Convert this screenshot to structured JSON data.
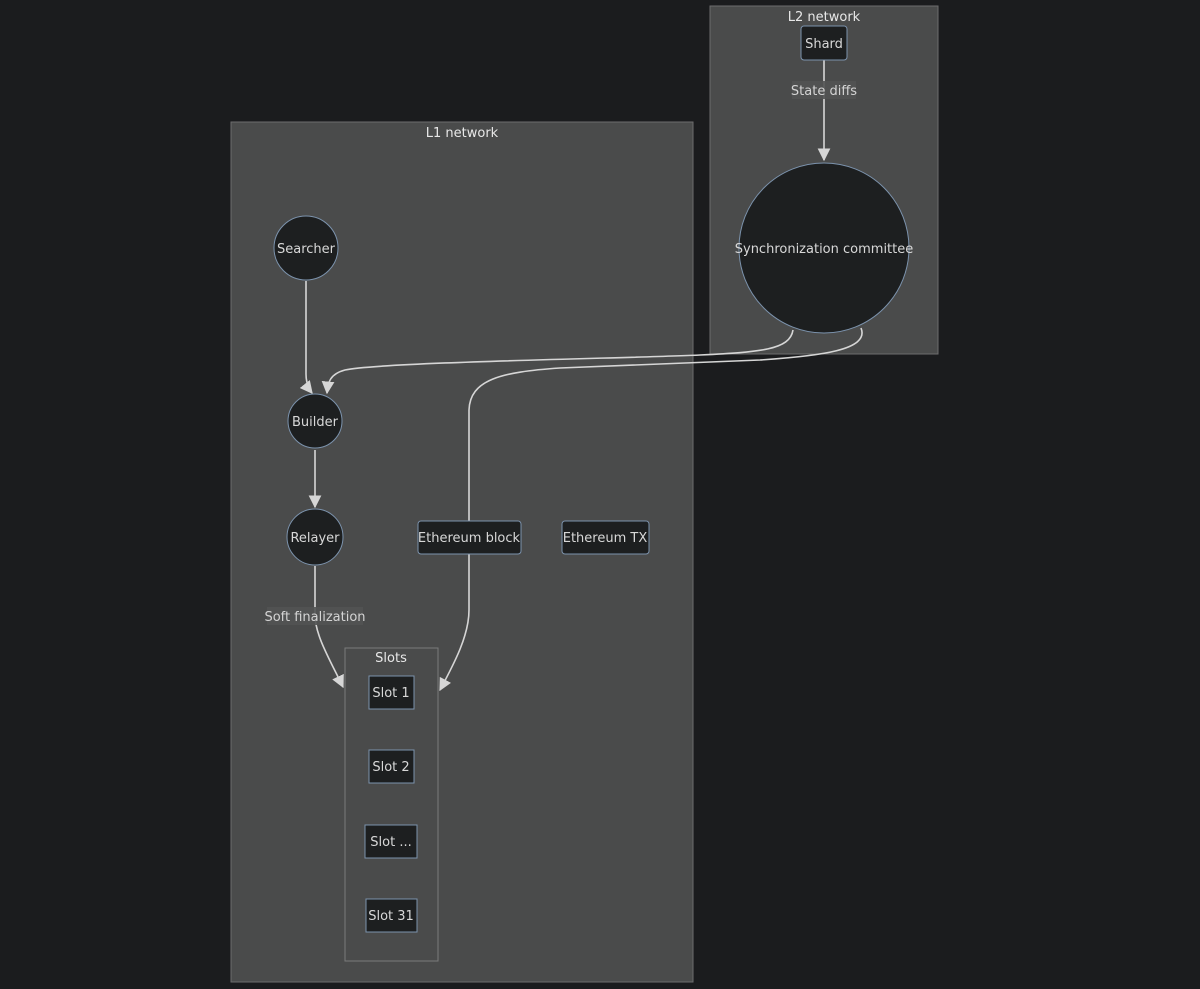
{
  "clusters": {
    "l2": {
      "title": "L2 network"
    },
    "l1": {
      "title": "L1 network"
    },
    "slots": {
      "title": "Slots"
    }
  },
  "nodes": {
    "shard": "Shard",
    "sync_committee": "Synchronization committee",
    "searcher": "Searcher",
    "builder": "Builder",
    "relayer": "Relayer",
    "eth_block": "Ethereum block",
    "eth_tx": "Ethereum TX",
    "slot1": "Slot 1",
    "slot2": "Slot 2",
    "slot_dots": "Slot ...",
    "slot31": "Slot 31"
  },
  "edges": {
    "state_diffs": "State diffs",
    "soft_finalization": "Soft finalization"
  }
}
